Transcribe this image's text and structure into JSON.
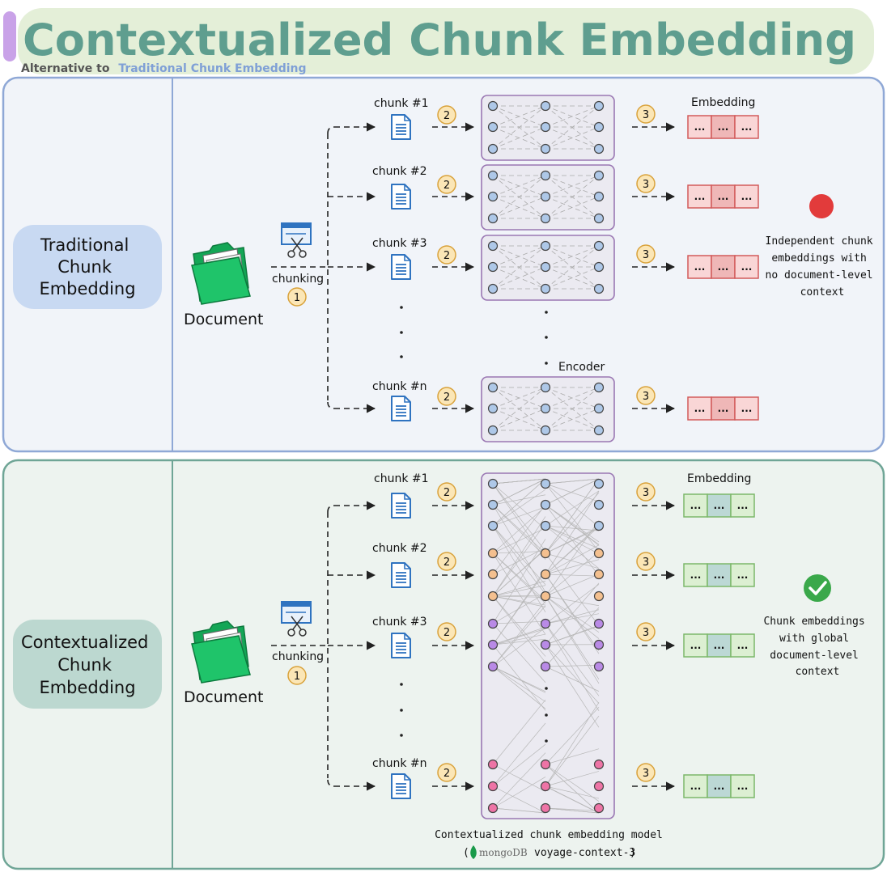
{
  "header": {
    "title": "Contextualized Chunk Embedding",
    "subtitle_prefix": "Alternative to",
    "subtitle_link": "Traditional Chunk Embedding"
  },
  "colors": {
    "title": "#5f9e8f",
    "title_bg": "#e4efd8",
    "accent_bar": "#c9a2e8",
    "subtitle_link": "#7fa0d6",
    "panel_top_border": "#8fa8d6",
    "panel_top_bg": "#f1f4f9",
    "panel_bottom_border": "#6fa596",
    "panel_bottom_bg": "#edf3ef",
    "pill_top": "#c8d9f2",
    "pill_bottom": "#bcd8d0",
    "encoder_border": "#9a77b3",
    "node_blue": "#aec8e8",
    "node_orange": "#f4c08f",
    "node_purple": "#b98ae6",
    "node_pink": "#ee74a6",
    "emb_red_fill": "#f9d6d6",
    "emb_red_mid": "#efb7b7",
    "emb_red_border": "#d25b5b",
    "emb_green_fill": "#dcefd2",
    "emb_green_mid": "#bcd8d5",
    "emb_green_border": "#7cb86a",
    "badge_fill": "#fbe6b6",
    "badge_border": "#d9a23b",
    "folder": "#1fc46a",
    "doc_icon": "#2f73c0",
    "bad_dot": "#e23b3b",
    "good_check": "#3aa84a"
  },
  "traditional": {
    "label": "Traditional Chunk Embedding",
    "label_lines": [
      "Traditional",
      "Chunk",
      "Embedding"
    ],
    "document_label": "Document",
    "chunking_label": "chunking",
    "step1": "1",
    "step2": "2",
    "step3": "3",
    "chunks": [
      "chunk #1",
      "chunk #2",
      "chunk #3",
      "chunk #n"
    ],
    "embedding_header": "Embedding",
    "embedding_cell": "...",
    "encoder_label": "Encoder",
    "result_lines": [
      "Independent chunk",
      "embeddings with",
      "no document-level",
      "context"
    ],
    "result_icon": "red-dot-icon"
  },
  "contextualized": {
    "label": "Contextualized Chunk Embedding",
    "label_lines": [
      "Contextualized",
      "Chunk",
      "Embedding"
    ],
    "document_label": "Document",
    "chunking_label": "chunking",
    "step1": "1",
    "step2": "2",
    "step3": "3",
    "chunks": [
      "chunk #1",
      "chunk #2",
      "chunk #3",
      "chunk #n"
    ],
    "embedding_header": "Embedding",
    "embedding_cell": "...",
    "model_label": "Contextualized chunk embedding model",
    "model_brand": "mongoDB",
    "model_name": "voyage-context-3",
    "model_paren_open": "(",
    "model_paren_close": ")",
    "result_lines": [
      "Chunk embeddings",
      "with global",
      "document-level",
      "context"
    ],
    "result_icon": "green-check-icon"
  }
}
